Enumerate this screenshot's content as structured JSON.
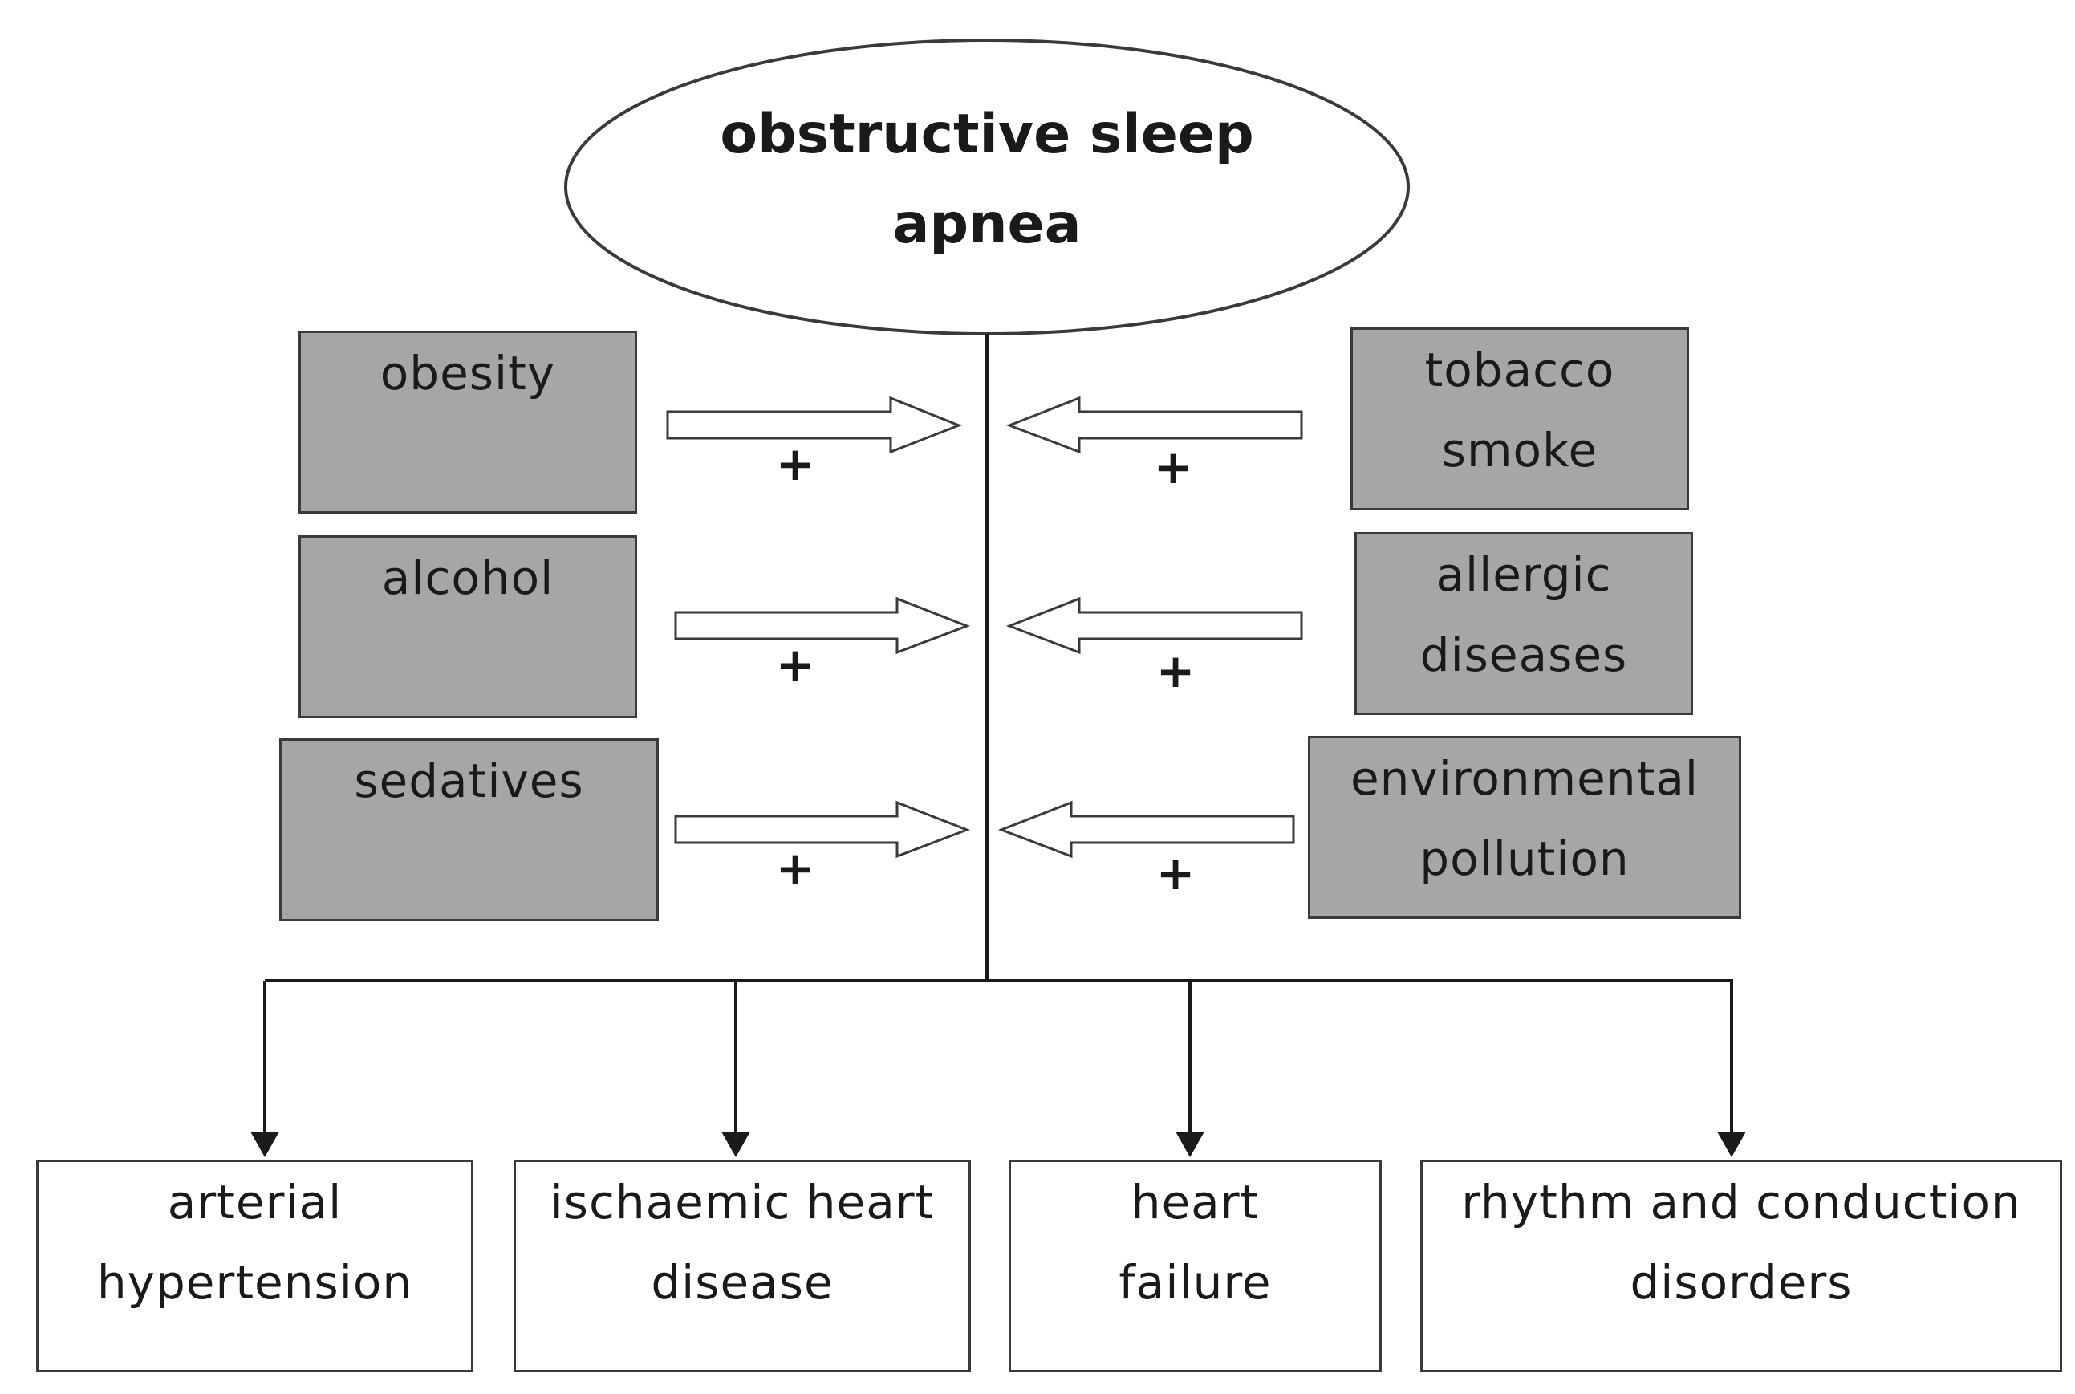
{
  "center": {
    "title_line1": "obstructive sleep",
    "title_line2": "apnea"
  },
  "risk_factors_left": [
    {
      "line1": "obesity",
      "line2": ""
    },
    {
      "line1": "alcohol",
      "line2": ""
    },
    {
      "line1": "sedatives",
      "line2": ""
    }
  ],
  "risk_factors_right": [
    {
      "line1": "tobacco",
      "line2": "smoke"
    },
    {
      "line1": "allergic",
      "line2": "diseases"
    },
    {
      "line1": "environmental",
      "line2": "pollution"
    }
  ],
  "arrow_sign": "+",
  "outcomes": [
    {
      "line1": "arterial",
      "line2": "hypertension"
    },
    {
      "line1": "ischaemic heart",
      "line2": "disease"
    },
    {
      "line1": "heart",
      "line2": "failure"
    },
    {
      "line1": "rhythm and conduction",
      "line2": "disorders"
    }
  ],
  "colors": {
    "factor_fill": "#a6a6a6",
    "outline": "#3a3a3a",
    "background": "#ffffff"
  }
}
